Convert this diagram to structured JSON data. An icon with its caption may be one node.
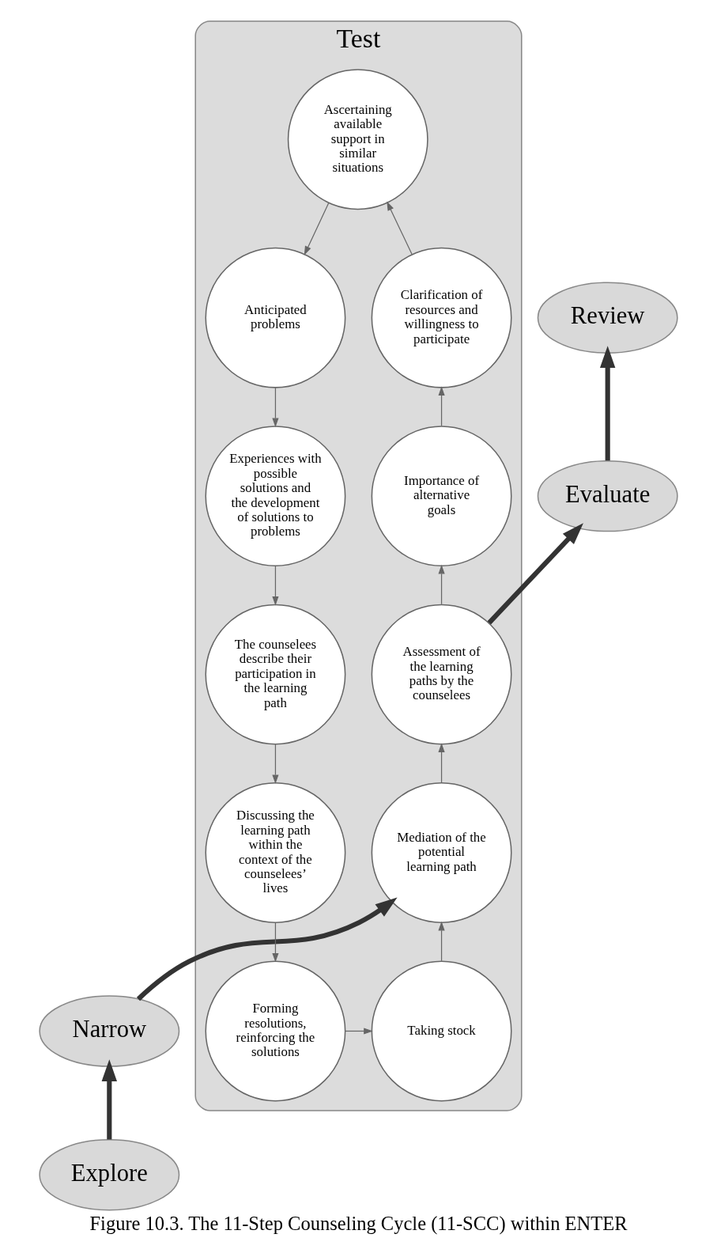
{
  "diagram": {
    "caption": "Figure 10.3. The 11-Step Counseling Cycle (11-SCC) within ENTER",
    "nodes": [
      {
        "text": [
          "Explore"
        ]
      },
      {
        "text": [
          "Narrow"
        ]
      },
      {
        "text": [
          "Test"
        ]
      },
      {
        "text": [
          "Taking stock"
        ],
        "in": 2
      },
      {
        "text": [
          "Mediation of the potential learning path"
        ],
        "in": 2
      },
      {
        "text": [
          "Assessment of the learning paths by the counselees"
        ],
        "in": 2
      },
      {
        "text": [
          "Importance of alternative goals"
        ],
        "in": 2
      },
      {
        "text": [
          "Clarification of resources and willingness to participate"
        ],
        "in": 2
      },
      {
        "text": [
          "Ascertaining available support in similar situations"
        ],
        "in": 2
      },
      {
        "text": [
          "Anticipated problems"
        ],
        "in": 2
      },
      {
        "text": [
          "Experiences with possible solutions and the development of solutions to problems"
        ],
        "in": 2
      },
      {
        "text": [
          "The counselees describe their participation in the learning path"
        ],
        "in": 2
      },
      {
        "text": [
          "Discussing the learning path within the context of the counselees’ lives"
        ],
        "in": 2
      },
      {
        "text": [
          "Forming resolutions, reinforcing the solutions"
        ],
        "in": 2
      },
      {
        "text": [
          "Evaluate"
        ]
      },
      {
        "text": [
          "Review"
        ]
      }
    ],
    "edges": [
      {
        "from": 0,
        "to": 1,
        "arrow": "to",
        "style": "thick"
      },
      {
        "from": 1,
        "to": 4,
        "arrow": "to",
        "style": "thick"
      },
      {
        "from": 5,
        "to": 14,
        "arrow": "to",
        "style": "thick"
      },
      {
        "from": 14,
        "to": 15,
        "arrow": "to",
        "style": "thick"
      },
      {
        "from": 3,
        "to": 4,
        "arrow": "to"
      },
      {
        "from": 4,
        "to": 5,
        "arrow": "to"
      },
      {
        "from": 5,
        "to": 6,
        "arrow": "to"
      },
      {
        "from": 6,
        "to": 7,
        "arrow": "to"
      },
      {
        "from": 7,
        "to": 8,
        "arrow": "to"
      },
      {
        "from": 8,
        "to": 9,
        "arrow": "to"
      },
      {
        "from": 9,
        "to": 10,
        "arrow": "to"
      },
      {
        "from": 10,
        "to": 11,
        "arrow": "to"
      },
      {
        "from": 11,
        "to": 12,
        "arrow": "to"
      },
      {
        "from": 12,
        "to": 13,
        "arrow": "to"
      },
      {
        "from": 13,
        "to": 3,
        "arrow": "to"
      }
    ]
  }
}
